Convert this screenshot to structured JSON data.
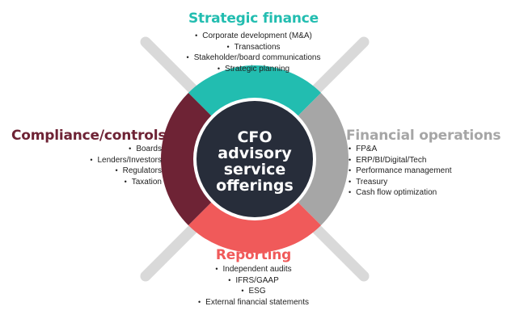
{
  "colors": {
    "strategic": "#22BDB0",
    "operations": "#A6A6A6",
    "reporting": "#F05A5A",
    "compliance": "#6E2335",
    "center": "#272D3A",
    "spoke": "#D9D9D9"
  },
  "center": {
    "lines": [
      "CFO",
      "advisory",
      "service",
      "offerings"
    ]
  },
  "sections": {
    "strategic_finance": {
      "title": "Strategic finance",
      "items": [
        "Corporate development (M&A)",
        "Transactions",
        "Stakeholder/board communications",
        "Strategic planning"
      ]
    },
    "financial_operations": {
      "title": "Financial operations",
      "items": [
        "FP&A",
        "ERP/BI/Digital/Tech",
        "Performance management",
        "Treasury",
        "Cash flow optimization"
      ]
    },
    "reporting": {
      "title": "Reporting",
      "items": [
        "Independent audits",
        "IFRS/GAAP",
        "ESG",
        "External financial statements"
      ]
    },
    "compliance_controls": {
      "title": "Compliance/controls",
      "items": [
        "Boards",
        "Lenders/Investors",
        "Regulators",
        "Taxation"
      ]
    }
  }
}
